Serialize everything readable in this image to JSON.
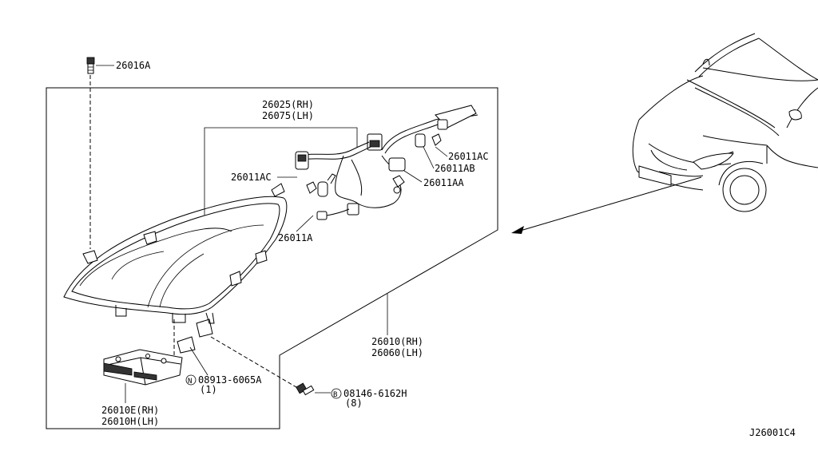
{
  "labels": {
    "bolt_top": "26016A",
    "harness_rh": "26025(RH)",
    "harness_lh": "26075(LH)",
    "bulb_ac_right": "26011AC",
    "bulb_ab": "26011AB",
    "bulb_ac_left": "26011AC",
    "bulb_aa": "26011AA",
    "bulb_a": "26011A",
    "lamp_rh": "26010(RH)",
    "lamp_lh": "26060(LH)",
    "nut_code": "08913-6065A",
    "nut_qty": "(1)",
    "nut_symbol": "N",
    "bolt_code": "08146-6162H",
    "bolt_qty": "(8)",
    "bolt_symbol": "B",
    "ballast_rh": "26010E(RH)",
    "ballast_lh": "26010H(LH)",
    "figure_code": "J26001C4"
  }
}
